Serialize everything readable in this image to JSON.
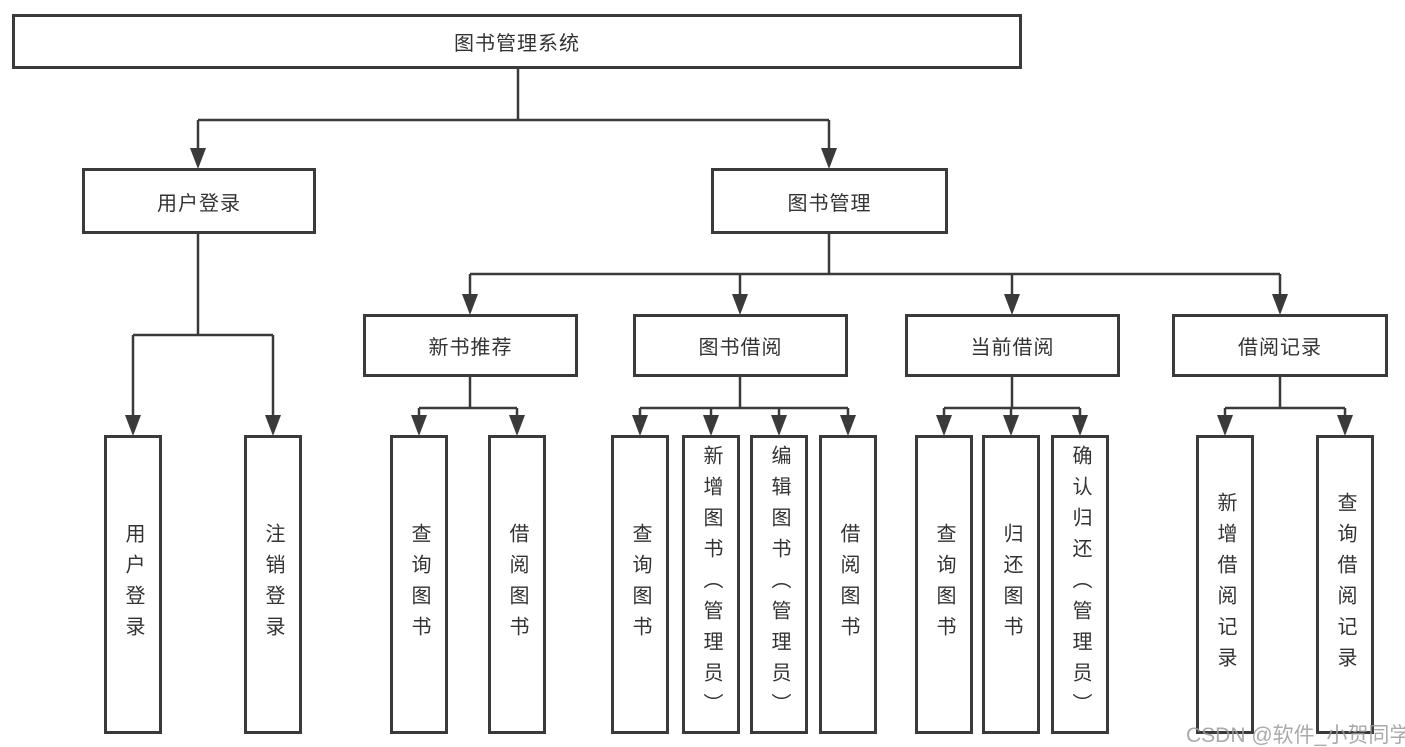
{
  "colors": {
    "line": "#3a3a3a",
    "text": "#333333",
    "box_background": "#ffffff",
    "page_background": "#ffffff",
    "watermark": "#9b9b9b"
  },
  "watermark": "CSDN @软件_小贺同学",
  "tree": {
    "label": "图书管理系统",
    "children": [
      {
        "label": "用户登录",
        "children": [
          {
            "label": "用户登录"
          },
          {
            "label": "注销登录"
          }
        ]
      },
      {
        "label": "图书管理",
        "children": [
          {
            "label": "新书推荐",
            "children": [
              {
                "label": "查询图书"
              },
              {
                "label": "借阅图书"
              }
            ]
          },
          {
            "label": "图书借阅",
            "children": [
              {
                "label": "查询图书"
              },
              {
                "label": "新增图书（管理员）"
              },
              {
                "label": "编辑图书（管理员）"
              },
              {
                "label": "借阅图书"
              }
            ]
          },
          {
            "label": "当前借阅",
            "children": [
              {
                "label": "查询图书"
              },
              {
                "label": "归还图书"
              },
              {
                "label": "确认归还（管理员）"
              }
            ]
          },
          {
            "label": "借阅记录",
            "children": [
              {
                "label": "新增借阅记录"
              },
              {
                "label": "查询借阅记录"
              }
            ]
          }
        ]
      }
    ]
  }
}
